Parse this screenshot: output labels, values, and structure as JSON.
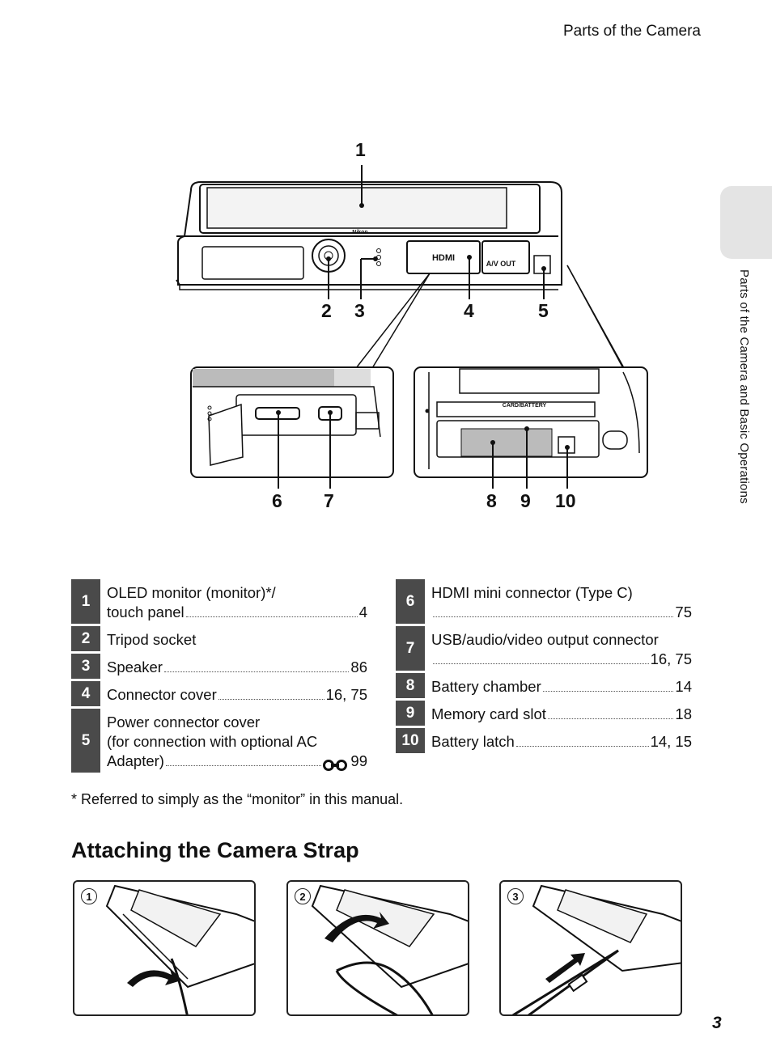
{
  "header": {
    "running_title": "Parts of the Camera"
  },
  "side_tab": {
    "text": "Parts of the Camera and Basic Operations"
  },
  "diagram": {
    "callouts": [
      "1",
      "2",
      "3",
      "4",
      "5",
      "6",
      "7",
      "8",
      "9",
      "10"
    ],
    "hdmi_label": "HDMI",
    "av_label": "A/V OUT",
    "card_battery_label": "CARD/BATTERY",
    "brand_label": "Nikon"
  },
  "legend_left": [
    {
      "num": "1",
      "lines": [
        {
          "label": "OLED monitor (monitor)*/"
        },
        {
          "label": "touch panel",
          "page": "4"
        }
      ]
    },
    {
      "num": "2",
      "lines": [
        {
          "label": "Tripod socket"
        }
      ]
    },
    {
      "num": "3",
      "lines": [
        {
          "label": "Speaker",
          "page": "86"
        }
      ]
    },
    {
      "num": "4",
      "lines": [
        {
          "label": "Connector cover",
          "page": "16, 75"
        }
      ]
    },
    {
      "num": "5",
      "lines": [
        {
          "label": "Power connector cover"
        },
        {
          "label": "(for connection with optional AC"
        },
        {
          "label": "Adapter)",
          "page": "99",
          "ref_icon": true
        }
      ]
    }
  ],
  "legend_right": [
    {
      "num": "6",
      "lines": [
        {
          "label": "HDMI mini connector (Type C)"
        },
        {
          "label": "",
          "page": "75"
        }
      ]
    },
    {
      "num": "7",
      "lines": [
        {
          "label": "USB/audio/video output connector"
        },
        {
          "label": "",
          "page": "16, 75"
        }
      ]
    },
    {
      "num": "8",
      "lines": [
        {
          "label": "Battery chamber",
          "page": "14"
        }
      ]
    },
    {
      "num": "9",
      "lines": [
        {
          "label": "Memory card slot",
          "page": "18"
        }
      ]
    },
    {
      "num": "10",
      "lines": [
        {
          "label": "Battery latch",
          "page": "14, 15"
        }
      ]
    }
  ],
  "footnote": "*   Referred to simply as the “monitor” in this manual.",
  "section": {
    "title": "Attaching the Camera Strap"
  },
  "steps": [
    {
      "num": "1"
    },
    {
      "num": "2"
    },
    {
      "num": "3"
    }
  ],
  "page_number": "3"
}
